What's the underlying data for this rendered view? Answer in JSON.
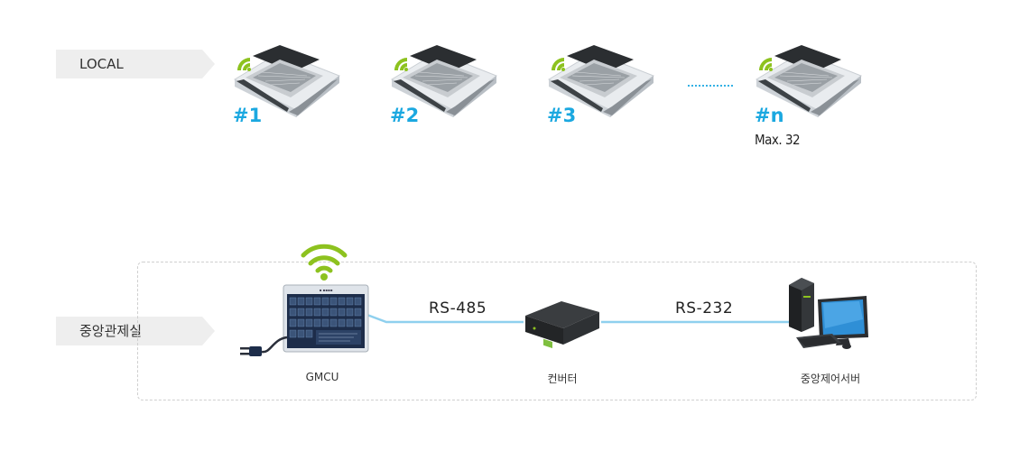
{
  "local": {
    "label": "LOCAL",
    "units": [
      {
        "id": "#1"
      },
      {
        "id": "#2"
      },
      {
        "id": "#3"
      },
      {
        "id": "#n",
        "note": "Max. 32"
      }
    ]
  },
  "central": {
    "label": "중앙관제실",
    "devices": {
      "gmcu": "GMCU",
      "converter": "컨버터",
      "server": "중앙제어서버"
    },
    "links": {
      "rs485": "RS-485",
      "rs232": "RS-232"
    }
  },
  "colors": {
    "accent": "#1ba8e0",
    "wifi": "#8dc21f",
    "line": "#8fd0ee"
  }
}
